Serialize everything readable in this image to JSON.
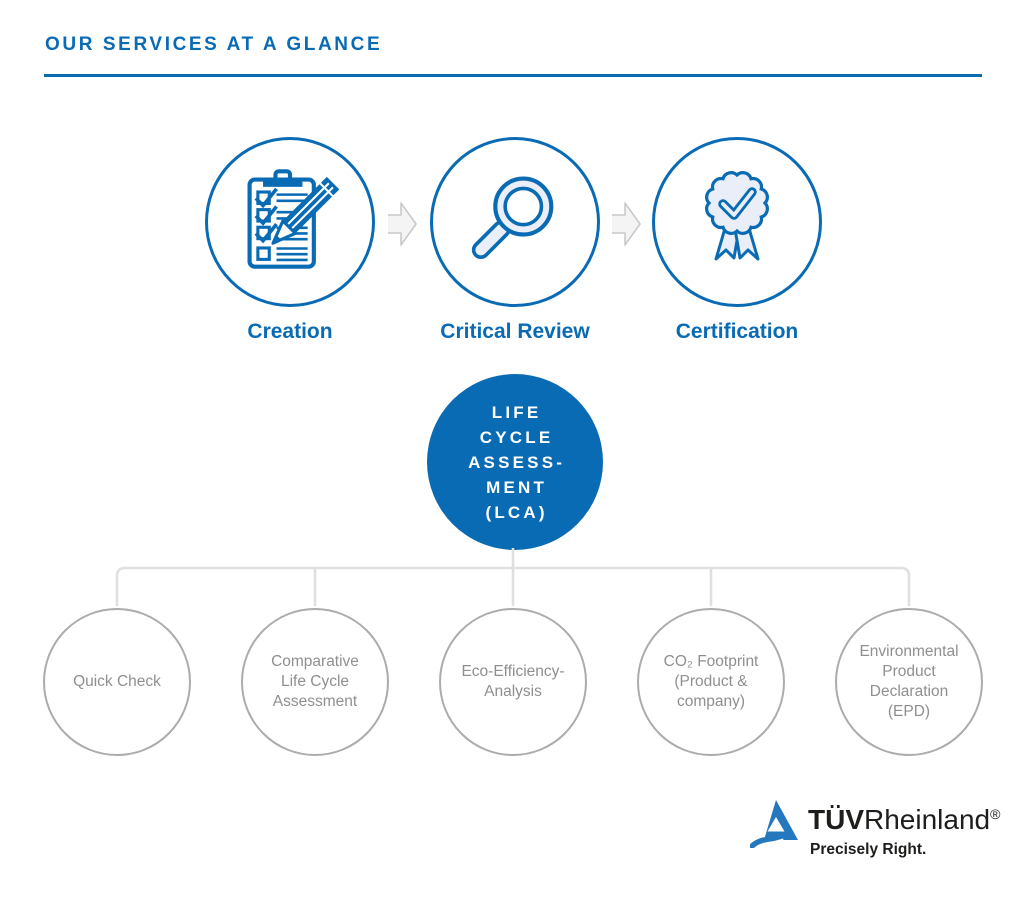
{
  "page": {
    "title": "OUR SERVICES AT A GLANCE"
  },
  "process_steps": [
    {
      "label": "Creation",
      "icon": "clipboard-checklist-pencil-icon"
    },
    {
      "label": "Critical Review",
      "icon": "magnifier-icon"
    },
    {
      "label": "Certification",
      "icon": "rosette-check-icon"
    }
  ],
  "flow_arrow_icon": "chevron-arrow-right-icon",
  "center_node": {
    "lines": [
      "LIFE",
      "CYCLE",
      "ASSESS-",
      "MENT",
      "(LCA)"
    ]
  },
  "services": [
    {
      "lines": [
        "Quick Check"
      ]
    },
    {
      "lines": [
        "Comparative",
        "Life Cycle",
        "Assessment"
      ]
    },
    {
      "lines": [
        "Eco-Efficiency-",
        "Analysis"
      ]
    },
    {
      "lines": [
        "CO₂ Footprint",
        "(Product &",
        "company)"
      ]
    },
    {
      "lines": [
        "Environmental",
        "Product",
        "Declaration",
        "(EPD)"
      ]
    }
  ],
  "logo": {
    "icon": "tuv-triangle-logo-icon",
    "brand_bold": "TÜV",
    "brand_regular": "Rheinland",
    "registered": "®",
    "tagline": "Precisely Right."
  },
  "colors": {
    "primary_blue": "#0a6bb5",
    "icon_light_fill": "#e9eef8",
    "gray_circle_stroke": "#acacac",
    "gray_text": "#8f8f8f",
    "connector_gray": "#e0e0e0",
    "arrow_fill": "#f4f4f4",
    "arrow_stroke": "#c9c9c9",
    "logo_blue": "#2478bd",
    "text_black": "#1d1d1b"
  }
}
